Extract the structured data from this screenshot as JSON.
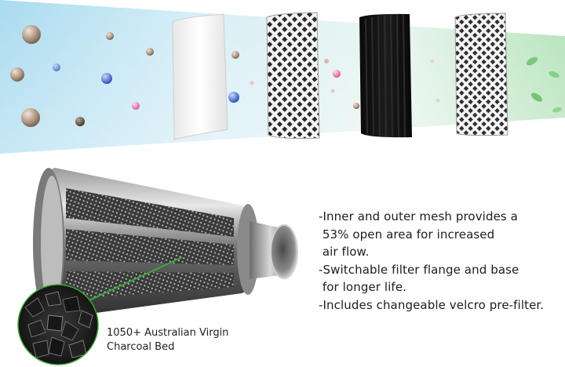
{
  "features": {
    "lines": [
      "-Inner and outer mesh provides a",
      " 53% open area for increased",
      " air flow.",
      "-Switchable filter flange and base",
      " for longer life.",
      "-Includes changeable velcro pre-filter."
    ]
  },
  "callout": {
    "line1": "1050+ Australian Virgin",
    "line2": "Charcoal Bed"
  },
  "graphic": {
    "stages": [
      "pre-filter",
      "outer-mesh",
      "carbon-layer",
      "inner-mesh"
    ],
    "colors": {
      "air_flow": "#b9e3f0",
      "clean_air": "#9fd7a2",
      "callout_line": "#3aa83a",
      "carbon": "#121212"
    },
    "icons": [
      "dust-particle",
      "leaf-icon",
      "carbon-filter-cylinder",
      "charcoal-granules"
    ]
  }
}
